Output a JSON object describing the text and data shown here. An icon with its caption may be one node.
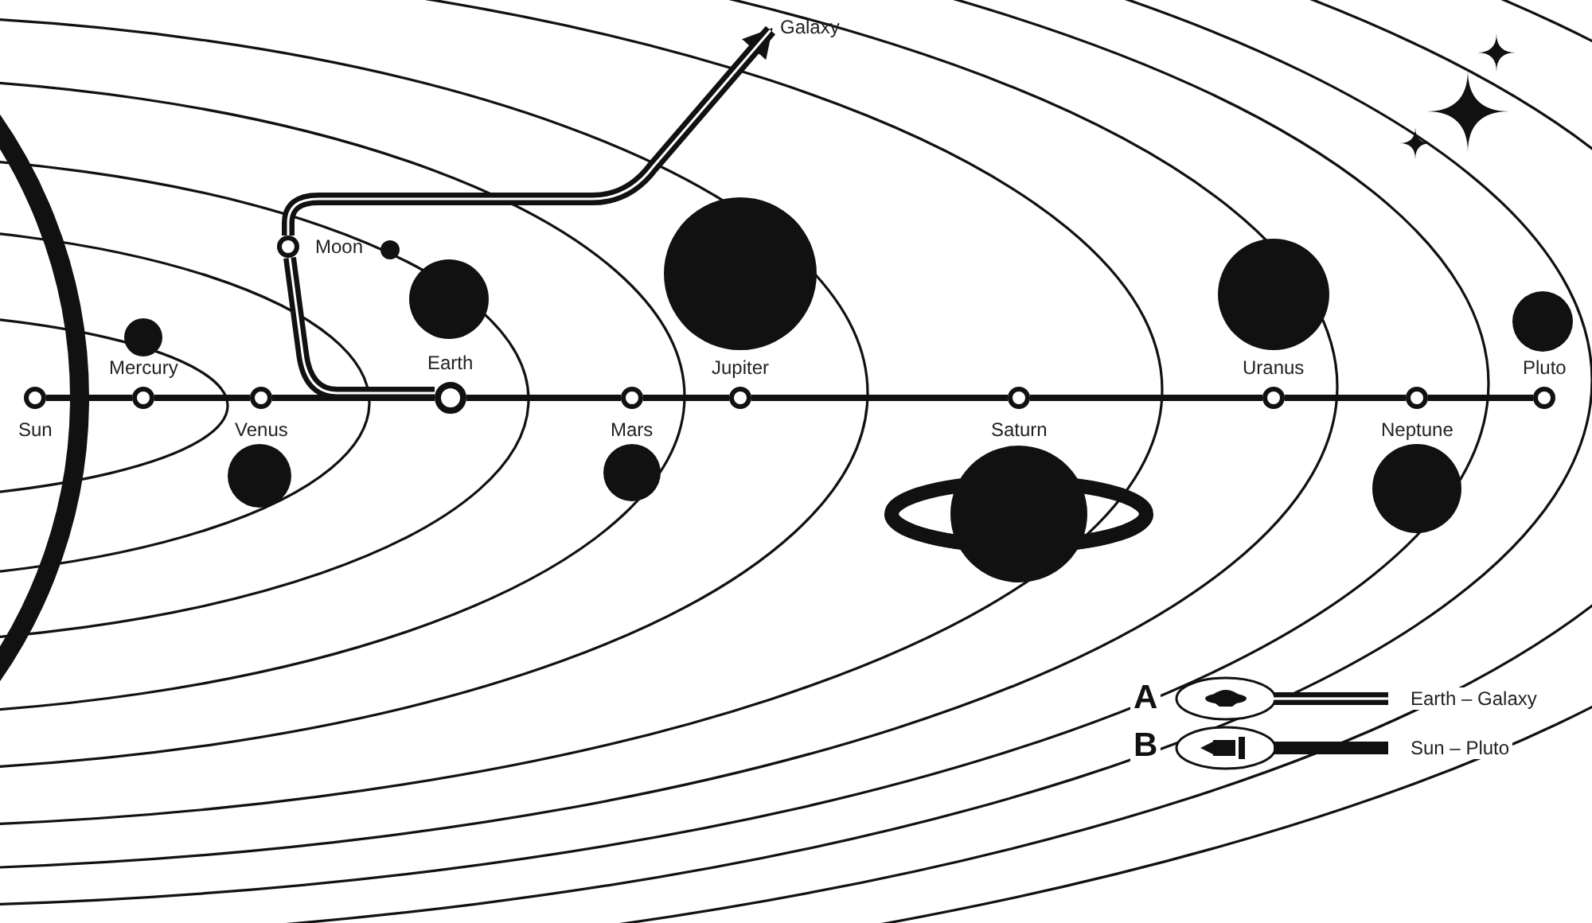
{
  "diagram": {
    "nodes": [
      {
        "text": [
          "Sun"
        ]
      },
      {
        "text": [
          "Mercury"
        ]
      },
      {
        "text": [
          "Venus"
        ]
      },
      {
        "text": [
          "Earth"
        ]
      },
      {
        "text": [
          "Mars"
        ]
      },
      {
        "text": [
          "Jupiter"
        ]
      },
      {
        "text": [
          "Saturn"
        ]
      },
      {
        "text": [
          "Uranus"
        ]
      },
      {
        "text": [
          "Neptune"
        ]
      },
      {
        "text": [
          "Pluto"
        ]
      },
      {
        "text": [
          "Moon"
        ]
      },
      {
        "text": [
          "Galaxy"
        ]
      }
    ],
    "edges": [
      {
        "from": 0,
        "to": 1,
        "arrow": "none"
      },
      {
        "from": 1,
        "to": 2,
        "arrow": "none"
      },
      {
        "from": 2,
        "to": 3,
        "arrow": "none"
      },
      {
        "from": 3,
        "to": 4,
        "arrow": "none"
      },
      {
        "from": 4,
        "to": 5,
        "arrow": "none"
      },
      {
        "from": 5,
        "to": 6,
        "arrow": "none"
      },
      {
        "from": 6,
        "to": 7,
        "arrow": "none"
      },
      {
        "from": 7,
        "to": 8,
        "arrow": "none"
      },
      {
        "from": 8,
        "to": 9,
        "arrow": "none"
      },
      {
        "from": 3,
        "to": 10,
        "arrow": "none",
        "style": "thick"
      },
      {
        "from": 10,
        "to": 11,
        "arrow": "to",
        "style": "thick"
      }
    ],
    "labels": [
      "A",
      "B"
    ],
    "legend": [
      {
        "text": "Earth – Galaxy"
      },
      {
        "text": "Sun – Pluto"
      }
    ]
  }
}
